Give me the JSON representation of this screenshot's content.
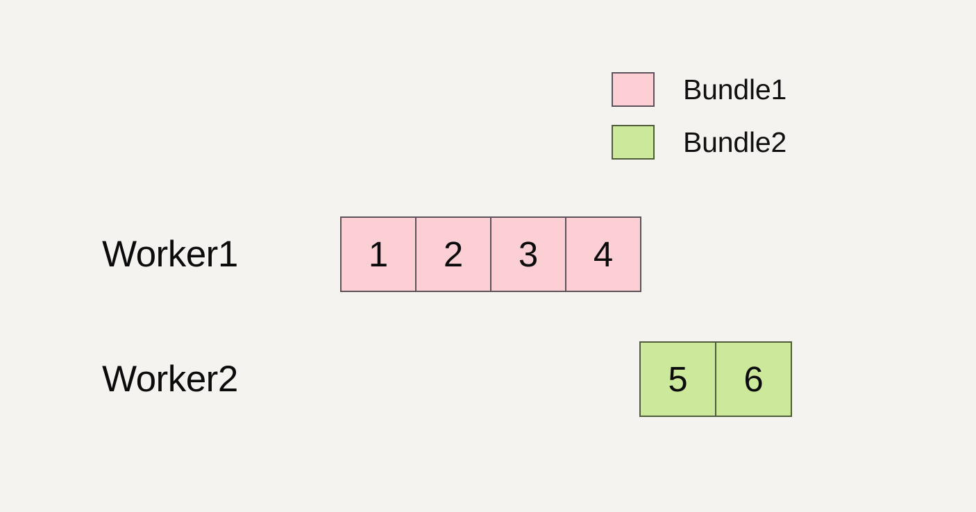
{
  "background_color": "#f4f3ef",
  "legend": {
    "items": [
      {
        "label": "Bundle1",
        "color": "#fbcfd4",
        "border_color": "#5a5258",
        "swatch_name": "bundle1-swatch"
      },
      {
        "label": "Bundle2",
        "color": "#cce89a",
        "border_color": "#4d5b38",
        "swatch_name": "bundle2-swatch"
      }
    ]
  },
  "workers": [
    {
      "label": "Worker1",
      "bundle": "Bundle1",
      "color": "#fbcfd4",
      "cells": [
        "1",
        "2",
        "3",
        "4"
      ]
    },
    {
      "label": "Worker2",
      "bundle": "Bundle2",
      "color": "#cce89a",
      "cells": [
        "5",
        "6"
      ]
    }
  ]
}
